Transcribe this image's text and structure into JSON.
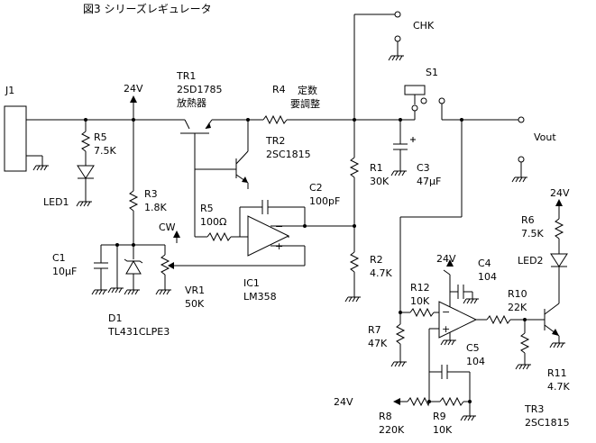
{
  "title": "図3 シリーズレギュレータ",
  "labels": {
    "j1": "J1",
    "v24_top": "24V",
    "tr1_ref": "TR1",
    "tr1_part": "2SD1785",
    "tr1_note": "放熱器",
    "r4_ref": "R4",
    "r4_note1": "定数",
    "r4_note2": "要調整",
    "chk": "CHK",
    "s1": "S1",
    "vout": "Vout",
    "r5a_ref": "R5",
    "r5a_val": "7.5K",
    "led1": "LED1",
    "tr2_ref": "TR2",
    "tr2_part": "2SC1815",
    "r1_ref": "R1",
    "r1_val": "30K",
    "c3_ref": "C3",
    "c3_val": "47μF",
    "r3_ref": "R3",
    "r3_val": "1.8K",
    "c2_ref": "C2",
    "c2_val": "100pF",
    "r5b_ref": "R5",
    "r5b_val": "100Ω",
    "cw": "CW",
    "c1_ref": "C1",
    "c1_val": "10μF",
    "r2_ref": "R2",
    "r2_val": "4.7K",
    "ic1_ref": "IC1",
    "ic1_part": "LM358",
    "vr1_ref": "VR1",
    "vr1_val": "50K",
    "d1_ref": "D1",
    "d1_part": "TL431CLPE3",
    "v24_r6": "24V",
    "r6_ref": "R6",
    "r6_val": "7.5K",
    "led2": "LED2",
    "v24_c4": "24V",
    "c4_ref": "C4",
    "c4_val": "104",
    "r12_ref": "R12",
    "r12_val": "10K",
    "r10_ref": "R10",
    "r10_val": "22K",
    "r7_ref": "R7",
    "r7_val": "47K",
    "c5_ref": "C5",
    "c5_val": "104",
    "r11_ref": "R11",
    "r11_val": "4.7K",
    "v24_r8": "24V",
    "r8_ref": "R8",
    "r8_val": "220K",
    "r9_ref": "R9",
    "r9_val": "10K",
    "tr3_ref": "TR3",
    "tr3_part": "2SC1815",
    "minus_a": "−",
    "plus_a": "+",
    "minus_b": "−",
    "plus_b": "+"
  }
}
